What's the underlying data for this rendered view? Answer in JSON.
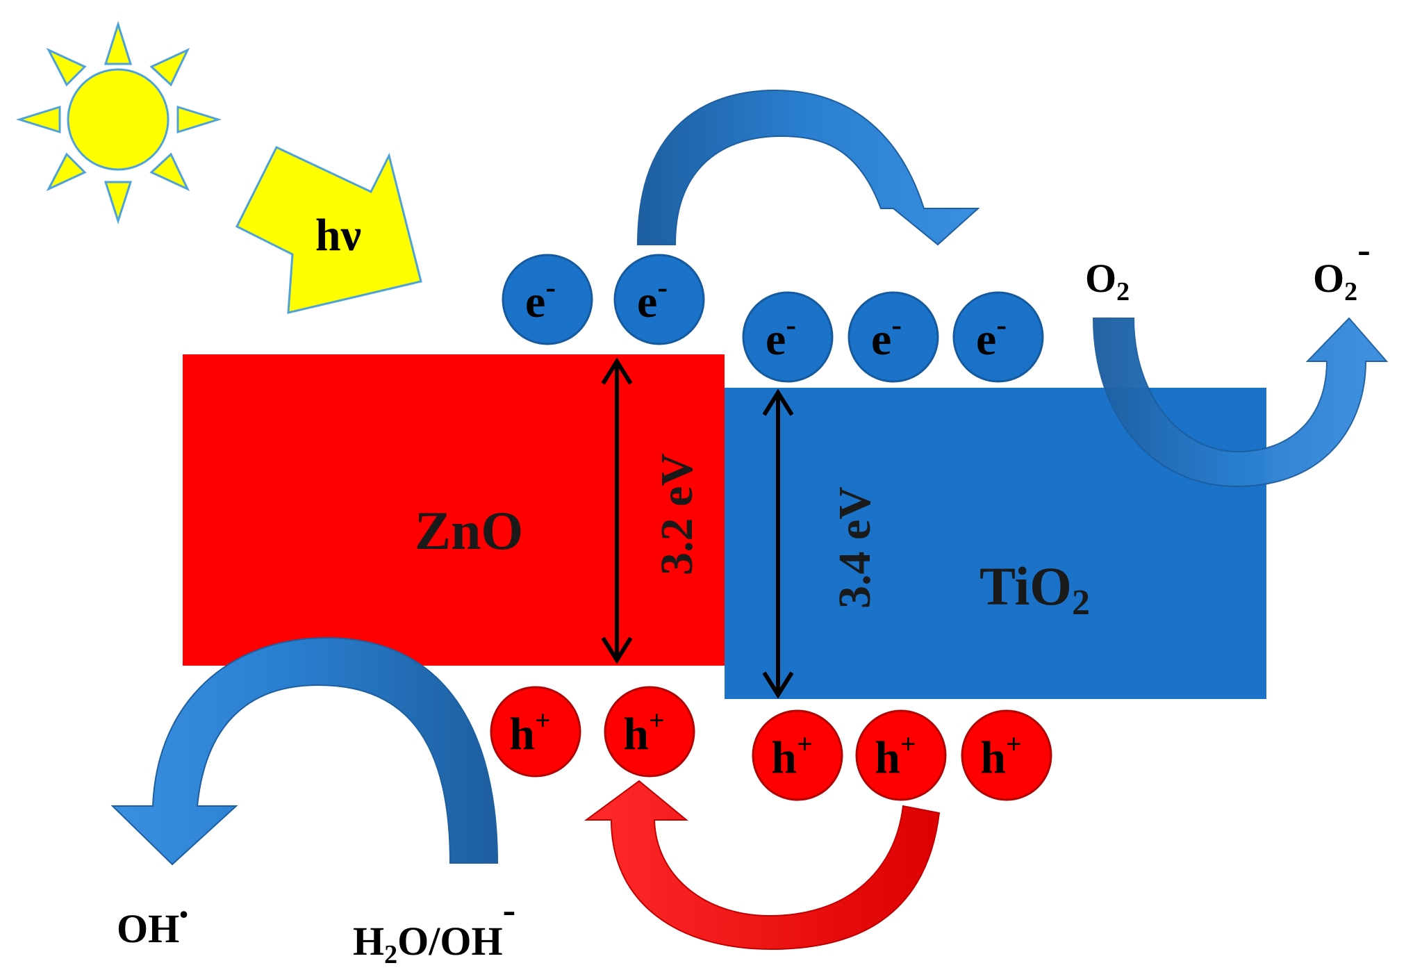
{
  "light": {
    "label": "hν",
    "icon": "sun-icon"
  },
  "materials": {
    "zno": {
      "name": "ZnO",
      "band_gap": "3.2 eV",
      "color": "#ff0000"
    },
    "tio2": {
      "name": "TiO",
      "name_sub": "2",
      "band_gap": "3.4 eV",
      "color": "#1a73c9"
    }
  },
  "carriers": {
    "electron": {
      "symbol": "e",
      "charge": "-",
      "color": "#1a73c9"
    },
    "hole": {
      "symbol": "h",
      "charge": "+",
      "color": "#ff0000"
    }
  },
  "reactions": {
    "oxygen_in": {
      "base": "O",
      "sub": "2"
    },
    "oxygen_out": {
      "base": "O",
      "sub": "2",
      "sup": "-"
    },
    "water_in": {
      "h": "H",
      "sub": "2",
      "rest": "O/OH",
      "sup": "-"
    },
    "hydroxyl_out": {
      "base": "OH",
      "sup": "•"
    }
  },
  "colors": {
    "sun": "#ffff00",
    "sun_outline": "#4da3d9",
    "arrow_blue": "#2a7fd0",
    "arrow_blue_dark": "#1d5fa0",
    "arrow_red": "#ff1a1a"
  }
}
